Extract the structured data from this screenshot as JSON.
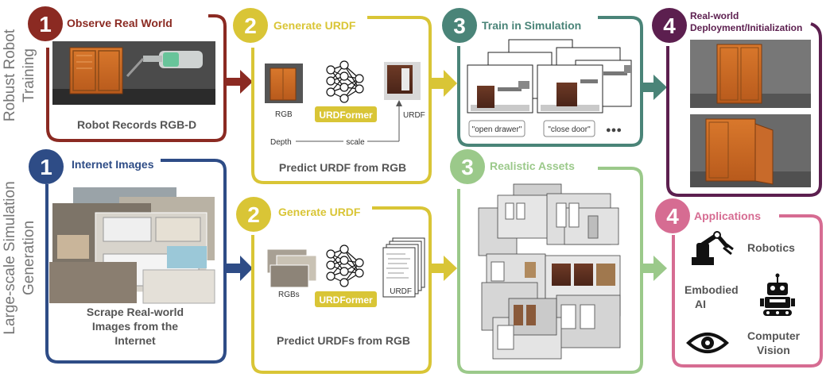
{
  "row_labels": {
    "top_line1": "Robust Robot",
    "top_line2": "Training",
    "bottom_line1": "Large-scale Simulation",
    "bottom_line2": "Generation"
  },
  "panels": {
    "observe": {
      "number": "1",
      "title": "Observe Real World",
      "caption": "Robot Records RGB-D",
      "color": "#8B2A22"
    },
    "gen_top": {
      "number": "2",
      "title": "Generate URDF",
      "rgb_label": "RGB",
      "model_label": "URDFormer",
      "urdf_label": "URDF",
      "depth_label": "Depth",
      "scale_label": "scale",
      "caption": "Predict URDF from RGB",
      "color": "#D9C536"
    },
    "train": {
      "number": "3",
      "title": "Train in Simulation",
      "task1": "\"open drawer\"",
      "task2": "\"close door\"",
      "more": "●●●",
      "color": "#4A8478"
    },
    "deploy": {
      "number": "4",
      "title_line1": "Real-world",
      "title_line2": "Deployment/Initialization",
      "color": "#5C1F4F"
    },
    "internet": {
      "number": "1",
      "title": "Internet Images",
      "caption_line1": "Scrape Real-world",
      "caption_line2": "Images from the",
      "caption_line3": "Internet",
      "color": "#2E4C86"
    },
    "gen_bottom": {
      "number": "2",
      "title": "Generate URDF",
      "rgb_label": "RGBs",
      "model_label": "URDFormer",
      "doc_label": "URDF",
      "caption": "Predict URDFs from RGB",
      "color": "#D9C536"
    },
    "assets": {
      "number": "3",
      "title": "Realistic Assets",
      "color": "#9BC98A"
    },
    "applications": {
      "number": "4",
      "title": "Applications",
      "item1": "Robotics",
      "item2_line1": "Embodied",
      "item2_line2": "AI",
      "item3_line1": "Computer",
      "item3_line2": "Vision",
      "color": "#D66C92"
    }
  }
}
